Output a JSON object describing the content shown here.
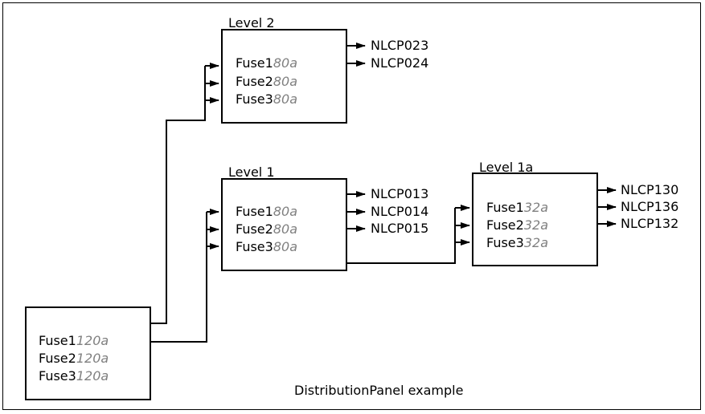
{
  "caption": "DistributionPanel example",
  "panels": {
    "main": {
      "title": "",
      "fuses": [
        {
          "name": "Fuse1",
          "rating": "120a"
        },
        {
          "name": "Fuse2",
          "rating": "120a"
        },
        {
          "name": "Fuse3",
          "rating": "120a"
        }
      ]
    },
    "level1": {
      "title": "Level 1",
      "fuses": [
        {
          "name": "Fuse1",
          "rating": "80a"
        },
        {
          "name": "Fuse2",
          "rating": "80a"
        },
        {
          "name": "Fuse3",
          "rating": "80a"
        }
      ],
      "outputs": [
        "NLCP013",
        "NLCP014",
        "NLCP015"
      ]
    },
    "level2": {
      "title": "Level 2",
      "fuses": [
        {
          "name": "Fuse1",
          "rating": "80a"
        },
        {
          "name": "Fuse2",
          "rating": "80a"
        },
        {
          "name": "Fuse3",
          "rating": "80a"
        }
      ],
      "outputs": [
        "NLCP023",
        "NLCP024"
      ]
    },
    "level1a": {
      "title": "Level 1a",
      "fuses": [
        {
          "name": "Fuse1",
          "rating": "32a"
        },
        {
          "name": "Fuse2",
          "rating": "32a"
        },
        {
          "name": "Fuse3",
          "rating": "32a"
        }
      ],
      "outputs": [
        "NLCP130",
        "NLCP136",
        "NLCP132"
      ]
    }
  }
}
